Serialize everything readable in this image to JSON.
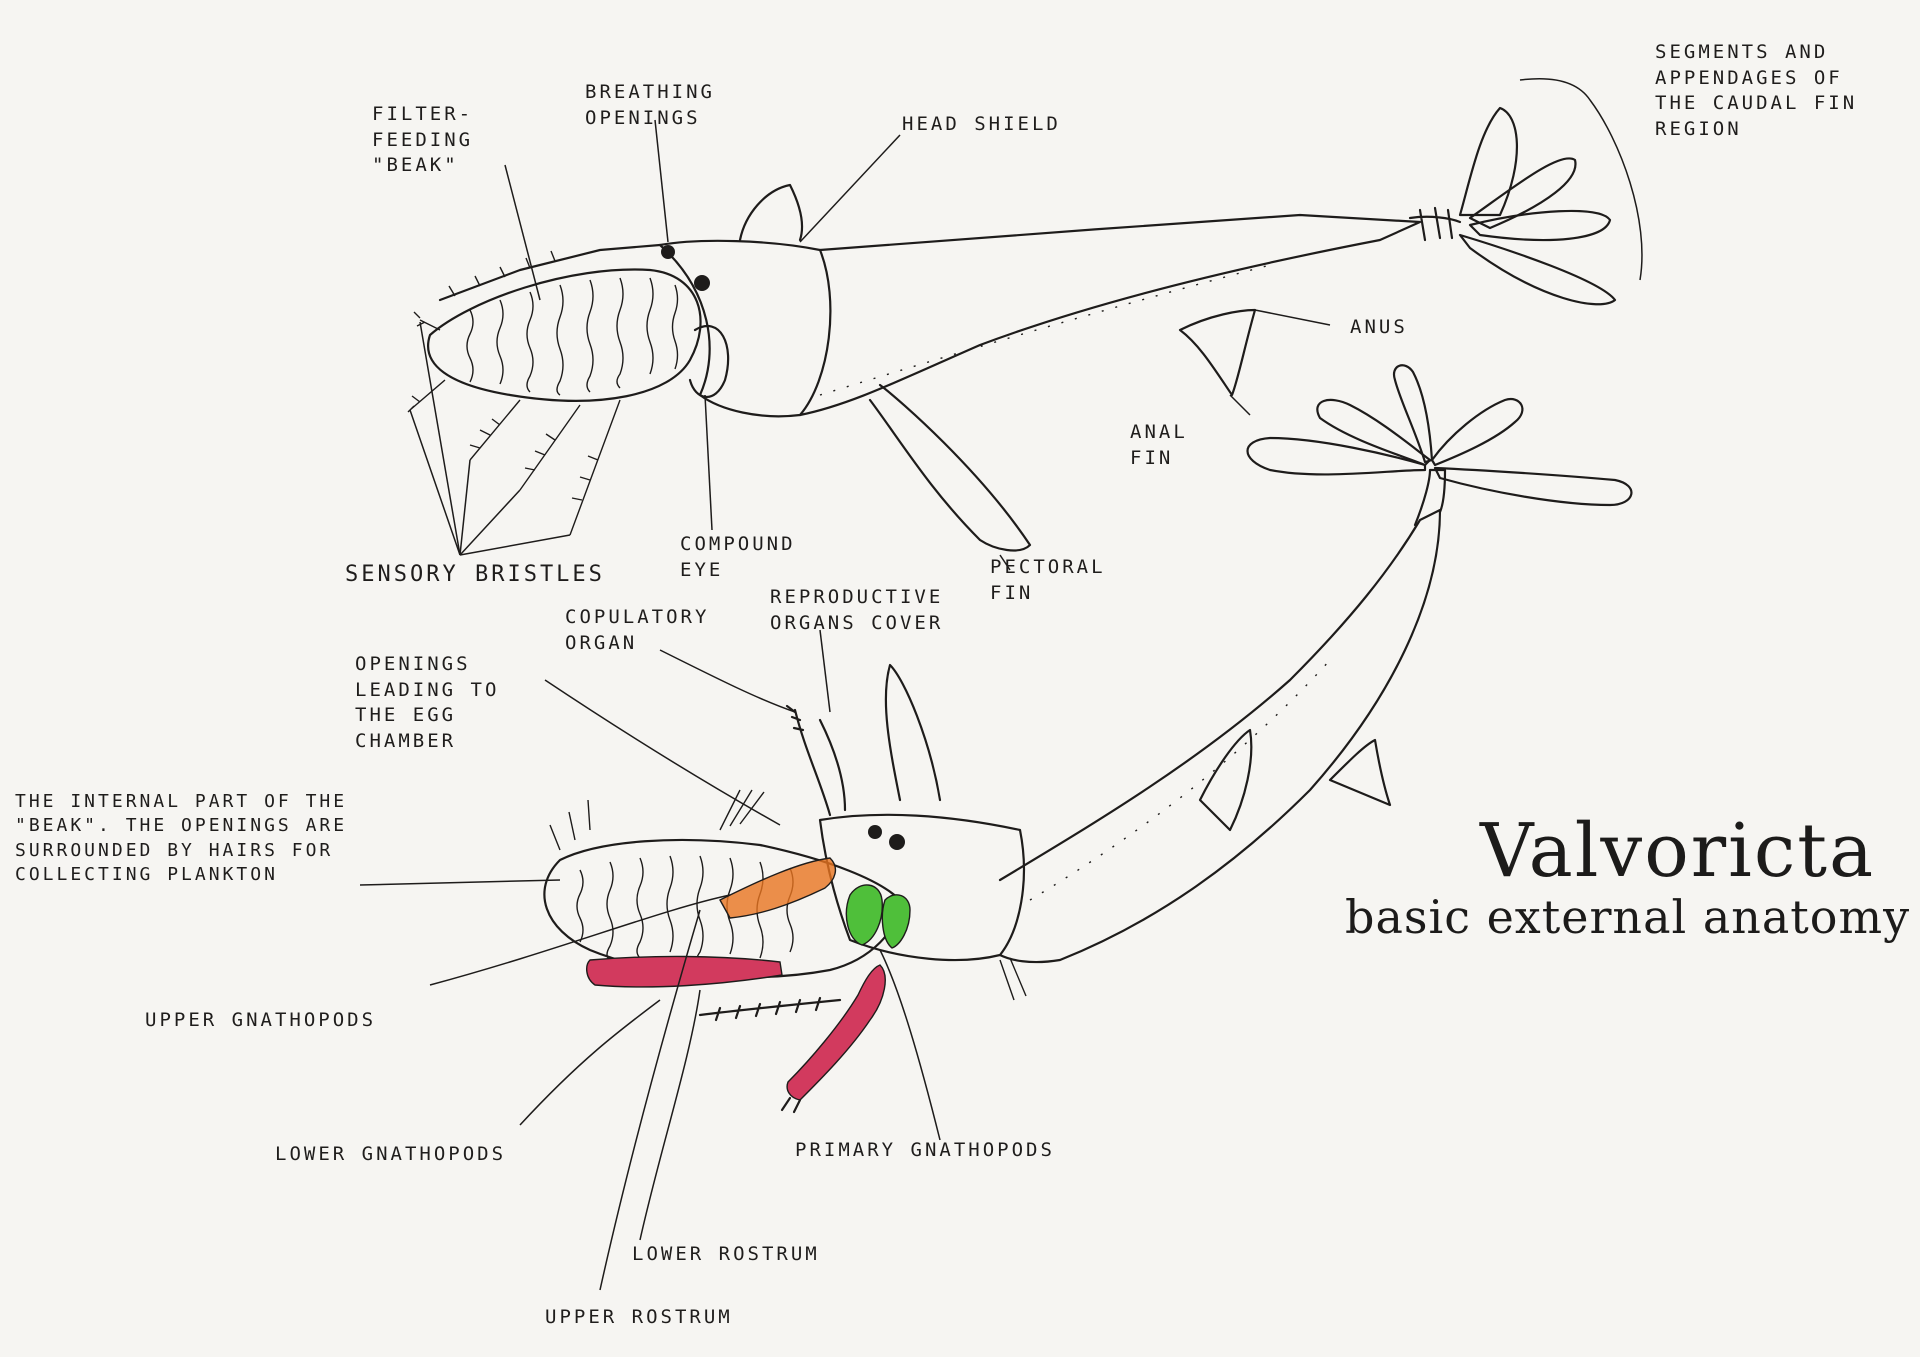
{
  "title": "Valvoricta",
  "subtitle": "basic external anatomy",
  "colors": {
    "paper": "#f6f5f2",
    "ink": "#1e1c1b",
    "beak_inner": "#4f86cf",
    "upper_gnathopods": "#d23a5e",
    "primary_gnathopods": "#4fbf3a",
    "rostrum": "#e8741f"
  },
  "labels": {
    "filter_feeding_beak": "Filter-feeding \"Beak\"",
    "breathing_openings": "Breathing openings",
    "head_shield": "Head shield",
    "caudal_segments": "Segments and appendages of the caudal fin region",
    "anus": "Anus",
    "anal_fin": "Anal fin",
    "sensory_bristles": "Sensory bristles",
    "compound_eye": "Compound eye",
    "pectoral_fin": "Pectoral fin",
    "copulatory_organ": "Copulatory organ",
    "reproductive_organs_cover": "Reproductive organs cover",
    "egg_chamber_openings": "Openings leading to the egg chamber",
    "beak_internal": "The internal part of the \"Beak\". The openings are surrounded by hairs for collecting plankton",
    "upper_gnathopods": "Upper gnathopods",
    "lower_gnathopods": "Lower gnathopods",
    "primary_gnathopods": "Primary gnathopods",
    "lower_rostrum": "Lower rostrum",
    "upper_rostrum": "Upper rostrum"
  }
}
